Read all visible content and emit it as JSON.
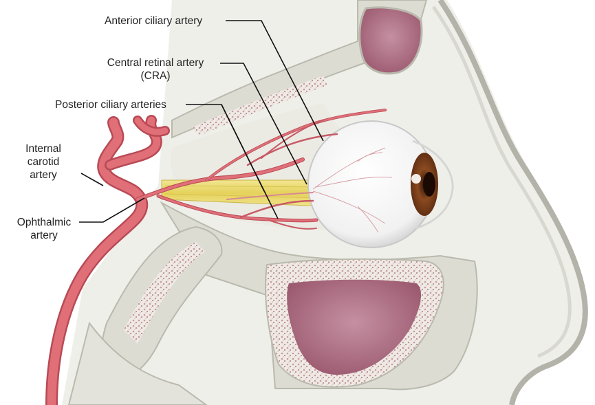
{
  "labels": {
    "anterior_ciliary": "Anterior ciliary artery",
    "central_retinal": {
      "line1": "Central retinal artery",
      "line2": "(CRA)"
    },
    "posterior_ciliary": "Posterior ciliary arteries",
    "internal_carotid": {
      "line1": "Internal",
      "line2": "carotid",
      "line3": "artery"
    },
    "ophthalmic": {
      "line1": "Ophthalmic",
      "line2": "artery"
    }
  },
  "colors": {
    "artery": "#e06f78",
    "artery_dark": "#b84a55",
    "bone": "#dcdcd3",
    "bone_edge": "#b9b9ad",
    "marrow": "#c9a3a3",
    "sinus": "#b77a8e",
    "nerve": "#eadb73",
    "sclera": "#fbfbfb",
    "iris": "#7a3f1c",
    "soft_tissue": "#efefea",
    "leader": "#111111"
  }
}
